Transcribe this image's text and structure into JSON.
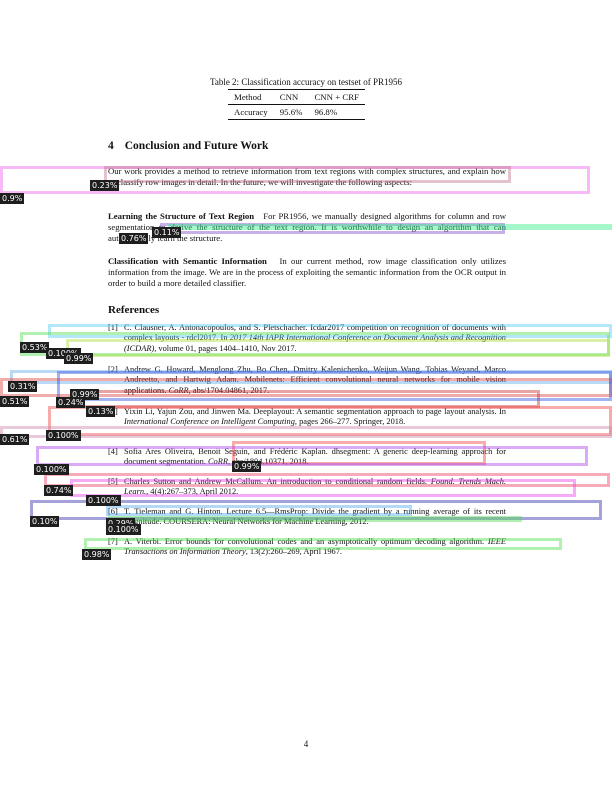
{
  "table": {
    "caption": "Table 2: Classification accuracy on testset of PR1956",
    "headers": [
      "Method",
      "CNN",
      "CNN + CRF"
    ],
    "row": [
      "Accuracy",
      "95.6%",
      "96.8%"
    ]
  },
  "section": {
    "number": "4",
    "title": "Conclusion and Future Work",
    "intro": "Our work provides a method to retrieve information from text regions with complex structures, and explain how to classify row images in detail. In the future, we will investigate the following aspects:",
    "p1_head": "Learning the Structure of Text Region",
    "p1_text": "For PR1956, we manually designed algorithms for column and row segmentation to derive the structure of the text region. It is worthwhile to design an algorithm that can automatically learn the structure.",
    "p2_head": "Classification with Semantic Information",
    "p2_text": "In our current method, row image classification only utilizes information from the image. We are in the process of exploiting the semantic information from the OCR output in order to build a more detailed classifier."
  },
  "references": {
    "title": "References",
    "items": [
      {
        "n": "[1]",
        "a": "C. Clausner, A. Antonacopoulos, and S. Pletschacher. Icdar2017 competition on recognition of documents with complex layouts - rdcl2017. In ",
        "i": "2017 14th IAPR International Conference on Document Analysis and Recognition (ICDAR)",
        "b": ", volume 01, pages 1404–1410, Nov 2017."
      },
      {
        "n": "[2]",
        "a": "Andrew G. Howard, Menglong Zhu, Bo Chen, Dmitry Kalenichenko, Weijun Wang, Tobias Weyand, Marco Andreetto, and Hartwig Adam. Mobilenets: Efficient convolutional neural networks for mobile vision applications. ",
        "i": "CoRR",
        "b": ", abs/1704.04861, 2017."
      },
      {
        "n": "[3]",
        "a": "Yixin Li, Yajun Zou, and Jinwen Ma. Deeplayout: A semantic segmentation approach to page layout analysis. In ",
        "i": "International Conference on Intelligent Computing",
        "b": ", pages 266–277. Springer, 2018."
      },
      {
        "n": "[4]",
        "a": "Sofia Ares Oliveira, Benoit Seguin, and Frédéric Kaplan. dhsegment: A generic deep-learning approach for document segmentation. ",
        "i": "CoRR",
        "b": ", abs/1804.10371, 2018."
      },
      {
        "n": "[5]",
        "a": "Charles Sutton and Andrew McCallum. An introduction to conditional random fields. ",
        "i": "Found. Trends Mach. Learn.",
        "b": ", 4(4):267–373, April 2012."
      },
      {
        "n": "[6]",
        "a": "T. Tieleman and G. Hinton. Lecture 6.5—RmsProp: Divide the gradient by a running average of its recent magnitude. COURSERA: Neural Networks for Machine Learning, 2012.",
        "i": "",
        "b": ""
      },
      {
        "n": "[7]",
        "a": "A. Viterbi. Error bounds for convolutional codes and an asymptotically optimum decoding algorithm. ",
        "i": "IEEE Transactions on Information Theory",
        "b": ", 13(2):260–269, April 1967."
      }
    ]
  },
  "page_number": "4",
  "overlays": [
    {
      "label": "0.9%",
      "color": "#ee66ee"
    },
    {
      "label": "0.23%",
      "color": "#c07890"
    },
    {
      "label": "0.11%",
      "color": "#8050d0"
    },
    {
      "label": "0.76%",
      "color": "#33ee88"
    },
    {
      "label": "0.53%",
      "color": "#55ccee"
    },
    {
      "label": "0.100%",
      "color": "#55dd55"
    },
    {
      "label": "0.99%",
      "color": "#aadd44"
    },
    {
      "label": "0.31%",
      "color": "#66aaee"
    },
    {
      "label": "0.51%",
      "color": "#dd4444"
    },
    {
      "label": "0.99%",
      "color": "#cc3333"
    },
    {
      "label": "0.24%",
      "color": "#3355dd"
    },
    {
      "label": "0.13%",
      "color": "#ee4444"
    },
    {
      "label": "0.61%",
      "color": "#cc88aa"
    },
    {
      "label": "0.100%",
      "color": "#ee4444"
    },
    {
      "label": "0.100%",
      "color": "#aa44ee"
    },
    {
      "label": "0.99%",
      "color": "#ee4466"
    },
    {
      "label": "0.74%",
      "color": "#ee44ee"
    },
    {
      "label": "0.100%",
      "color": "#3333aa"
    },
    {
      "label": "0.10%",
      "color": "#55dd55"
    },
    {
      "label": "0.29%",
      "color": "#55aaee"
    },
    {
      "label": "0.100%",
      "color": "#55dd55"
    },
    {
      "label": "0.98%",
      "color": "#bbbb88"
    }
  ]
}
